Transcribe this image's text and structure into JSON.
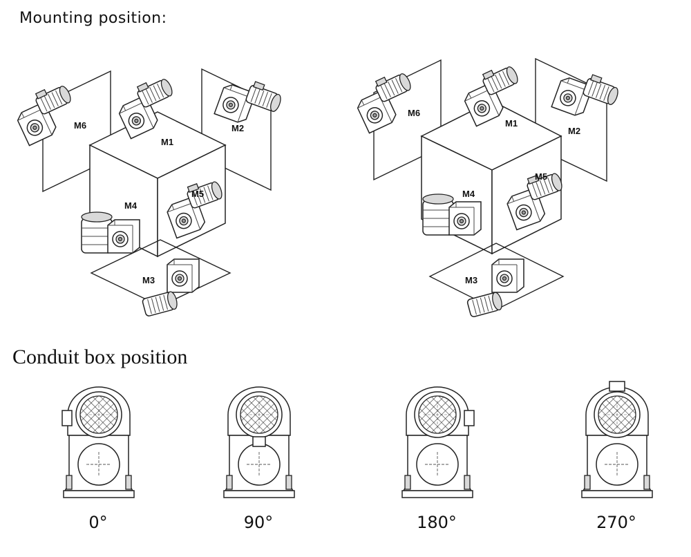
{
  "headings": {
    "mounting": "Mounting position:",
    "conduit": "Conduit box position"
  },
  "left_diagram": {
    "labels": [
      "M1",
      "M2",
      "M3",
      "M4",
      "M5",
      "M6"
    ]
  },
  "right_diagram": {
    "labels": [
      "M1",
      "M2",
      "M3",
      "M4",
      "M5",
      "M6"
    ]
  },
  "conduit_positions": [
    "0°",
    "90°",
    "180°",
    "270°"
  ]
}
